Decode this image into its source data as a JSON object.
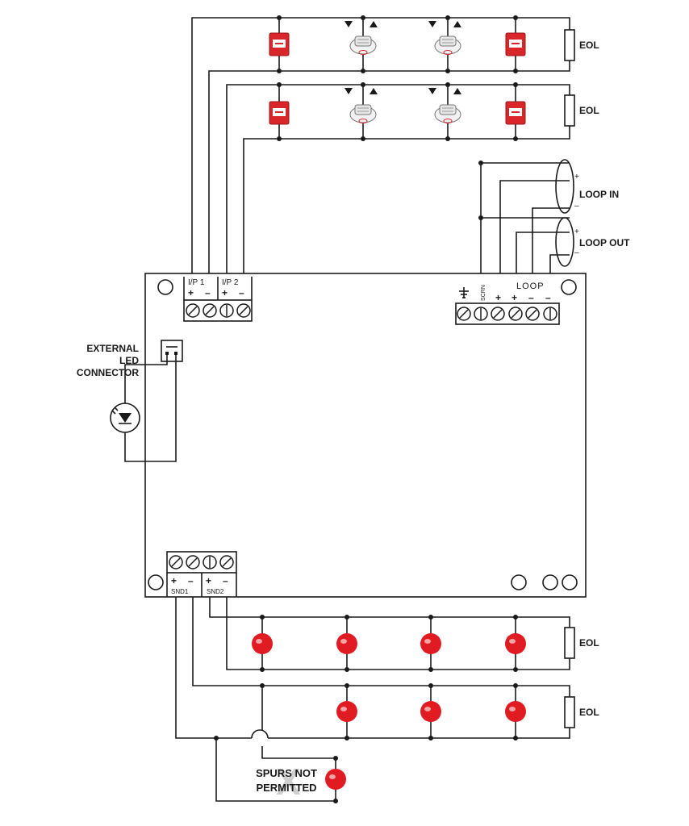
{
  "labels": {
    "eol": "EOL",
    "loop_in": "LOOP IN",
    "loop_out": "LOOP OUT",
    "loop": "LOOP",
    "scrn": "SCRN",
    "ip1": "I/P 1",
    "ip2": "I/P 2",
    "snd1": "SND1",
    "snd2": "SND2",
    "plus": "+",
    "minus": "–",
    "ext1": "EXTERNAL",
    "ext2": "LED",
    "ext3": "CONNECTOR",
    "spurs1": "SPURS NOT",
    "spurs2": "PERMITTED",
    "spurs_mark": "X"
  },
  "colors": {
    "wire": "#1a1a1a",
    "call_point": "#d8262b",
    "sounder": "#e01b22",
    "detector": "#f2f2f2"
  },
  "icons": [
    "call-point-icon",
    "smoke-detector-icon",
    "sounder-icon",
    "led-icon",
    "eol-resistor-icon",
    "earth-icon",
    "terminal-screw-icon"
  ]
}
